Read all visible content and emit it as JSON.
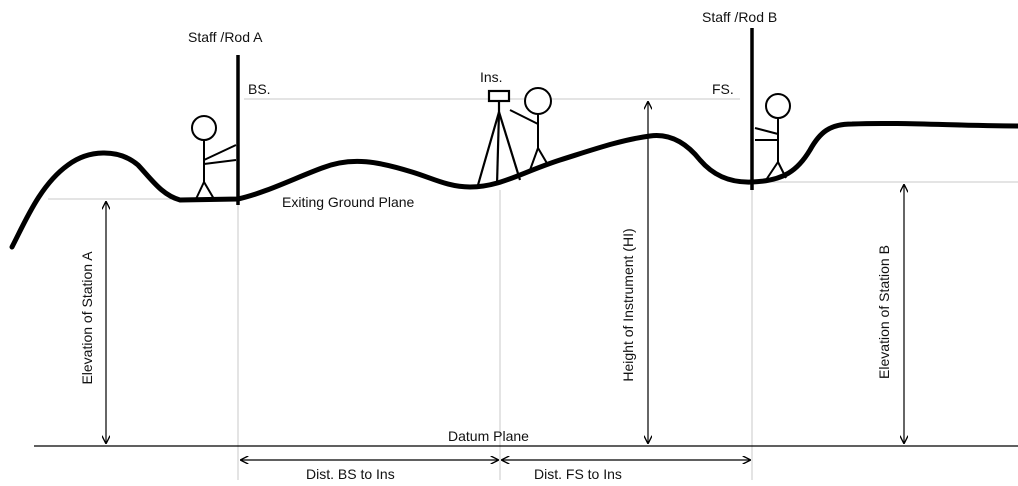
{
  "labels": {
    "staff_a": "Staff /Rod A",
    "staff_b": "Staff /Rod B",
    "bs": "BS.",
    "fs": "FS.",
    "ins": "Ins.",
    "ground": "Exiting Ground Plane",
    "datum": "Datum Plane",
    "elev_a": "Elevation of Station A",
    "elev_b": "Elevation of Station B",
    "hi": "Height of Instrument (HI)",
    "dist_bs": "Dist. BS to Ins",
    "dist_fs": "Dist. FS to Ins"
  },
  "colors": {
    "ink": "#000000",
    "guide": "#c8c8c8"
  }
}
